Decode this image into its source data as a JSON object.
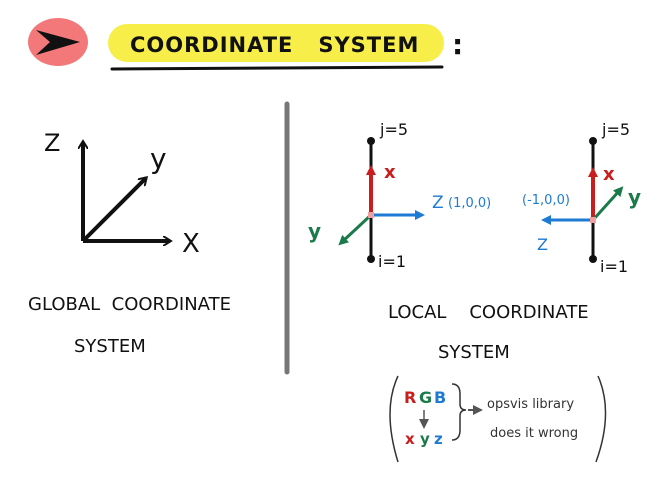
{
  "header": {
    "title": "COORDINATE   SYSTEM",
    "colon": ":",
    "icon": "arrow-right-icon",
    "colors": {
      "badge": "#f2787a",
      "highlight": "#f7ee4a",
      "ink": "#111111"
    }
  },
  "global": {
    "axis_labels": {
      "z": "Z",
      "y": "y",
      "x": "X"
    },
    "caption_line1": "GLOBAL  COORDINATE",
    "caption_line2": "SYSTEM"
  },
  "local": {
    "left_element": {
      "node_top": "j=5",
      "node_bottom": "i=1",
      "x_label": "x",
      "y_label": "y",
      "z_label": "Z",
      "z_vector": "(1,0,0)"
    },
    "right_element": {
      "node_top": "j=5",
      "node_bottom": "i=1",
      "x_label": "x",
      "y_label": "y",
      "z_label": "Z",
      "z_vector": "(-1,0,0)"
    },
    "caption_line1": "LOCAL    COORDINATE",
    "caption_line2": "SYSTEM",
    "colors": {
      "x": "#c81e1e",
      "y": "#1a7a4a",
      "z": "#1e7ad2",
      "element": "#111111"
    }
  },
  "legend": {
    "rgb": [
      "R",
      "G",
      "B"
    ],
    "xyz": [
      "x",
      "y",
      "z"
    ],
    "note_line1": "opsvis library",
    "note_line2": "does it wrong"
  }
}
